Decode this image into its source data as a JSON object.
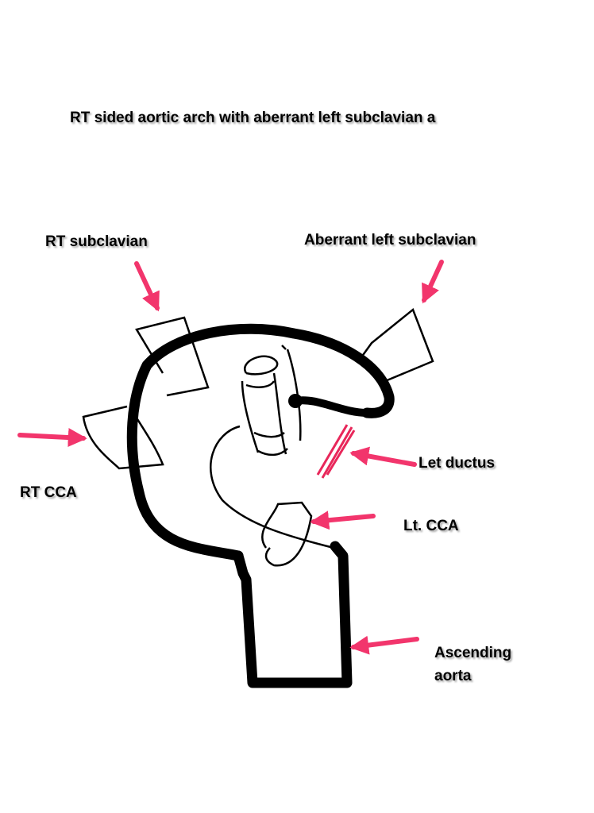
{
  "title": "RT sided aortic arch with aberrant left subclavian a",
  "labels": {
    "rt_subclavian": "RT subclavian",
    "aberrant_left_subclavian": "Aberrant left subclavian",
    "rt_cca": "RT CCA",
    "let_ductus": "Let ductus",
    "lt_cca": "Lt. CCA",
    "ascending_line1": "Ascending",
    "ascending_line2": "aorta"
  },
  "colors": {
    "arrow": "#f2356c",
    "ink": "#000000"
  }
}
